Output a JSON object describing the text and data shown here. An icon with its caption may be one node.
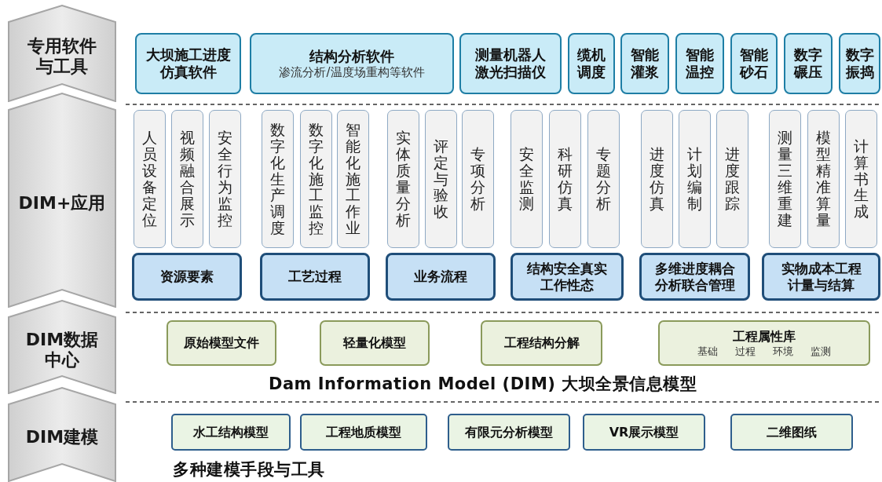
{
  "diagram": {
    "nodes": [
      {
        "text": [
          "专用软件与工具"
        ]
      },
      {
        "text": [
          "DIM+应用"
        ]
      },
      {
        "text": [
          "DIM数据中心"
        ]
      },
      {
        "text": [
          "DIM建模"
        ]
      },
      {
        "text": [
          "大坝施工进度仿真软件"
        ]
      },
      {
        "text": [
          "结构分析软件",
          "渗流分析/温度场重构等软件"
        ]
      },
      {
        "text": [
          "测量机器人激光扫描仪"
        ]
      },
      {
        "text": [
          "缆机调度"
        ]
      },
      {
        "text": [
          "智能灌浆"
        ]
      },
      {
        "text": [
          "智能温控"
        ]
      },
      {
        "text": [
          "智能砂石"
        ]
      },
      {
        "text": [
          "数字碾压"
        ]
      },
      {
        "text": [
          "数字振捣"
        ]
      },
      {
        "text": [
          "人员设备定位"
        ]
      },
      {
        "text": [
          "视频融合展示"
        ]
      },
      {
        "text": [
          "安全行为监控"
        ]
      },
      {
        "text": [
          "数字化生产调度"
        ]
      },
      {
        "text": [
          "数字化施工监控"
        ]
      },
      {
        "text": [
          "智能化施工作业"
        ]
      },
      {
        "text": [
          "实体质量分析"
        ]
      },
      {
        "text": [
          "评定与验收"
        ]
      },
      {
        "text": [
          "专项分析"
        ]
      },
      {
        "text": [
          "安全监测"
        ]
      },
      {
        "text": [
          "科研仿真"
        ]
      },
      {
        "text": [
          "专题分析"
        ]
      },
      {
        "text": [
          "进度仿真"
        ]
      },
      {
        "text": [
          "计划编制"
        ]
      },
      {
        "text": [
          "进度跟踪"
        ]
      },
      {
        "text": [
          "测量三维重建"
        ]
      },
      {
        "text": [
          "模型精准算量"
        ]
      },
      {
        "text": [
          "计算书生成"
        ]
      },
      {
        "text": [
          "资源要素"
        ]
      },
      {
        "text": [
          "工艺过程"
        ]
      },
      {
        "text": [
          "业务流程"
        ]
      },
      {
        "text": [
          "结构安全真实工作性态"
        ]
      },
      {
        "text": [
          "多维进度耦合分析联合管理"
        ]
      },
      {
        "text": [
          "实物成本工程计量与结算"
        ]
      },
      {
        "text": [
          "原始模型文件"
        ]
      },
      {
        "text": [
          "轻量化模型"
        ]
      },
      {
        "text": [
          "工程结构分解"
        ]
      },
      {
        "text": [
          "工程属性库",
          "基础",
          "过程",
          "环境",
          "监测"
        ]
      },
      {
        "text": [
          "水工结构模型"
        ]
      },
      {
        "text": [
          "工程地质模型"
        ]
      },
      {
        "text": [
          "有限元分析模型"
        ]
      },
      {
        "text": [
          "VR展示模型"
        ]
      },
      {
        "text": [
          "二维图纸"
        ]
      }
    ],
    "labels": [
      "Dam Information Model (DIM) 大坝全景信息模型",
      "多种建模手段与工具"
    ]
  }
}
